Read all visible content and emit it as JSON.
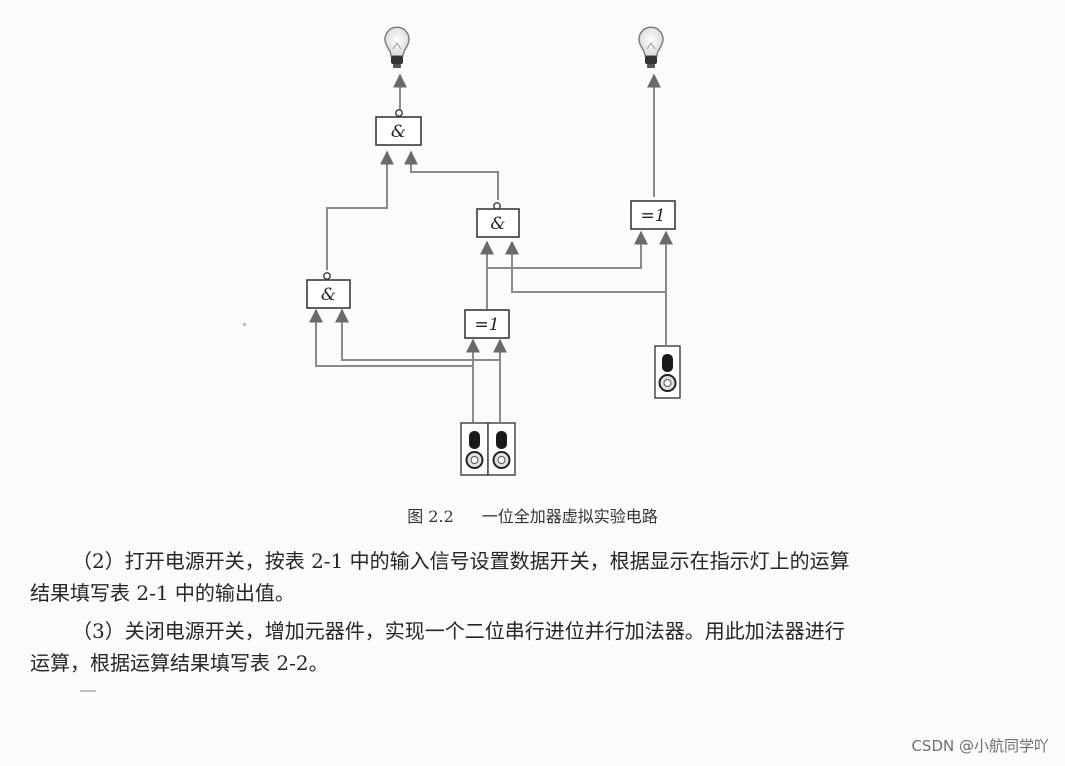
{
  "figure": {
    "caption_label": "图 2.2",
    "caption_text": "一位全加器虚拟实验电路",
    "gate_and_symbol": "&",
    "gate_xor_symbol": "=1"
  },
  "paragraphs": [
    {
      "line1": "（2）打开电源开关，按表 2-1 中的输入信号设置数据开关，根据显示在指示灯上的运算",
      "line2": "结果填写表 2-1 中的输出值。"
    },
    {
      "line1": "（3）关闭电源开关，增加元器件，实现一个二位串行进位并行加法器。用此加法器进行",
      "line2": "运算，根据运算结果填写表 2-2。"
    }
  ],
  "watermark": "CSDN @小航同学吖"
}
